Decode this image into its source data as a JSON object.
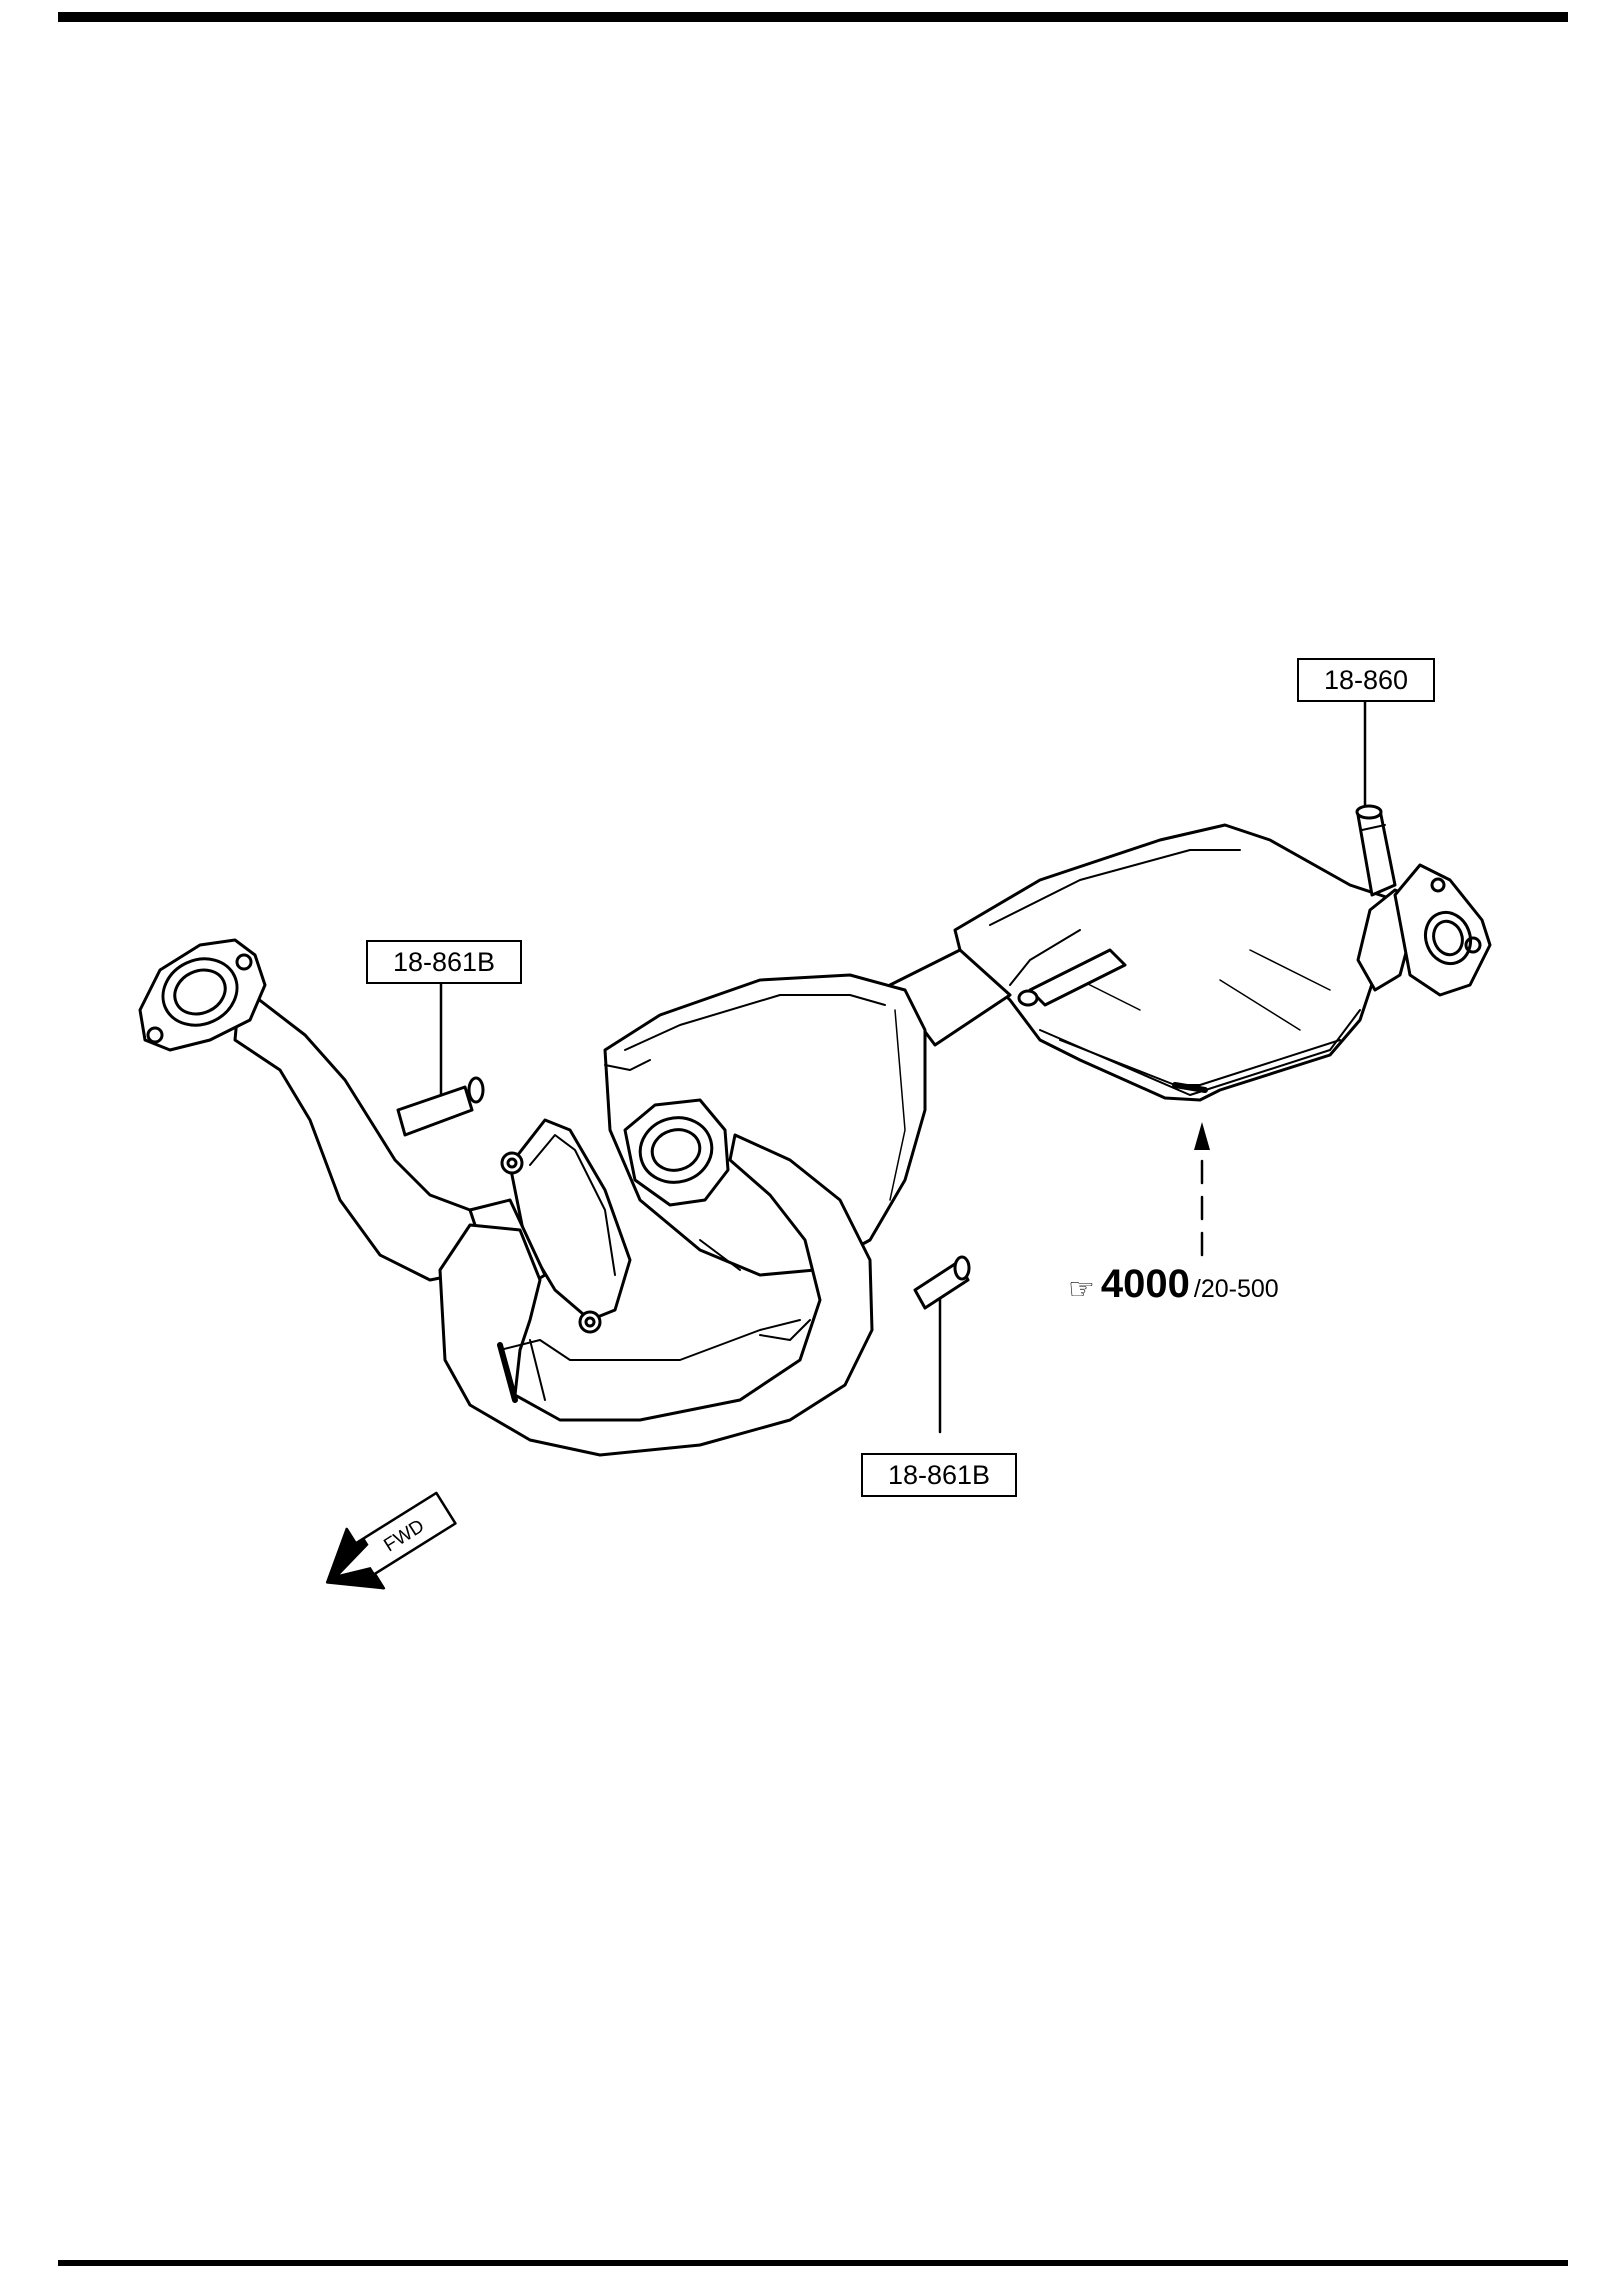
{
  "callouts": {
    "upper_right": "18-860",
    "upper_left": "18-861B",
    "lower": "18-861B"
  },
  "reference": {
    "icon": "pointing-hand-icon",
    "glyph": "☞",
    "number": "4000",
    "suffix": "/20-500"
  },
  "direction_arrow": {
    "label": "FWD",
    "icon": "forward-arrow-icon"
  }
}
